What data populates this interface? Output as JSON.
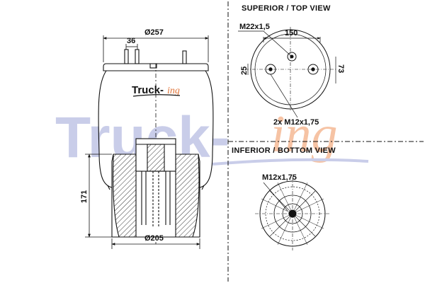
{
  "watermark": {
    "brand_main": "Truck-",
    "brand_suffix": "ing"
  },
  "logo": {
    "brand_main": "Truck-",
    "brand_suffix": "ing"
  },
  "side_view": {
    "top_diameter": "Ø257",
    "stud_spacing": "36",
    "height": "171",
    "bottom_diameter": "Ø205"
  },
  "top_view": {
    "title": "SUPERIOR / TOP VIEW",
    "main_thread": "M22x1,5",
    "bolt_spacing": "150",
    "left_offset": "25",
    "right_offset": "73",
    "stud_threads": "2x M12x1,75"
  },
  "bottom_view": {
    "title": "INFERIOR / BOTTOM VIEW",
    "thread": "M12x1,75"
  },
  "colors": {
    "line": "#111111",
    "watermark_blue": "#c9cde9",
    "watermark_orange": "#f6c3a4",
    "logo_orange": "#e0753a"
  }
}
